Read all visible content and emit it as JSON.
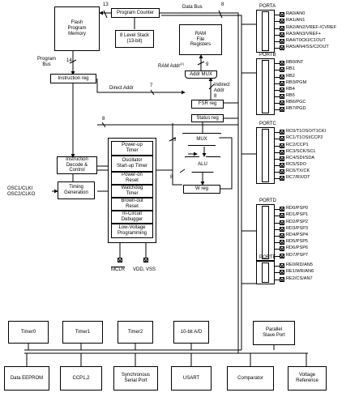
{
  "blocks": {
    "flash": "Flash\nProgram\nMemory",
    "pc": "Program Counter",
    "stack": "8 Level Stack\n(13-bit)",
    "ram": "RAM\nFile\nRegisters",
    "ireg": "Instruction reg",
    "amux": "Addr MUX",
    "fsr": "FSR reg",
    "status": "Status reg",
    "mux": "MUX",
    "alu": "ALU",
    "wreg": "W reg",
    "decode": "Instruction\nDecode &\nControl",
    "timing": "Timing\nGeneration"
  },
  "ctrl_items": [
    "Power-up\nTimer",
    "Oscillator\nStart-up Timer",
    "Power-on\nReset",
    "Watchdog\nTimer",
    "Brown-out\nReset",
    "In-Circuit\nDebugger",
    "Low-Voltage\nProgramming"
  ],
  "labels": {
    "databus": "Data Bus",
    "n8_top": "8",
    "n13": "13",
    "n14": "14",
    "progbus": "Program\nBus",
    "ramaddr": "RAM Addr",
    "ramaddr_sup": "(1)",
    "n9": "9",
    "directaddr": "Direct Addr",
    "n7": "7",
    "indirect": "Indirect\nAddr",
    "n8_fsr": "8",
    "n8_left": "8",
    "n3": "3",
    "n8_alu": "8",
    "osc": "OSC1/CLKI\nOSC2/CLKO",
    "mclr": "MCLR",
    "vdd": "VDD, VSS"
  },
  "ports": [
    {
      "name": "PORTA",
      "pins": [
        "RA0/AN0",
        "RA1/AN1",
        "RA2/AN2/VREF-/CVREF",
        "RA3/AN3/VREF+",
        "RA4/T0CKI/C1OUT",
        "RA5/AN4/SS/C2OUT"
      ]
    },
    {
      "name": "PORTB",
      "pins": [
        "RB0/INT",
        "RB1",
        "RB2",
        "RB3/PGM",
        "RB4",
        "RB5",
        "RB6/PGC",
        "RB7/PGD"
      ]
    },
    {
      "name": "PORTC",
      "pins": [
        "RC0/T1OSO/T1CKI",
        "RC1/T1OSI/CCP2",
        "RC2/CCP1",
        "RC3/SCK/SCL",
        "RC4/SDI/SDA",
        "RC5/SDO",
        "RC6/TX/CK",
        "RC7/RX/DT"
      ]
    },
    {
      "name": "PORTD",
      "pins": [
        "RD0/PSP0",
        "RD1/PSP1",
        "RD2/PSP2",
        "RD3/PSP3",
        "RD4/PSP4",
        "RD5/PSP5",
        "RD6/PSP6",
        "RD7/PSP7"
      ]
    },
    {
      "name": "PORTE",
      "pins": [
        "RE0/RD/AN5",
        "RE1/WR/AN6",
        "RE2/CS/AN7"
      ]
    }
  ],
  "peripherals_top": [
    "Timer0",
    "Timer1",
    "Timer2",
    "10-bit A/D",
    "Parallel\nSlave Port"
  ],
  "peripherals_bottom": [
    "Data EEPROM",
    "CCP1,2",
    "Synchronous\nSerial Port",
    "USART",
    "Comparator",
    "Voltage\nReference"
  ]
}
